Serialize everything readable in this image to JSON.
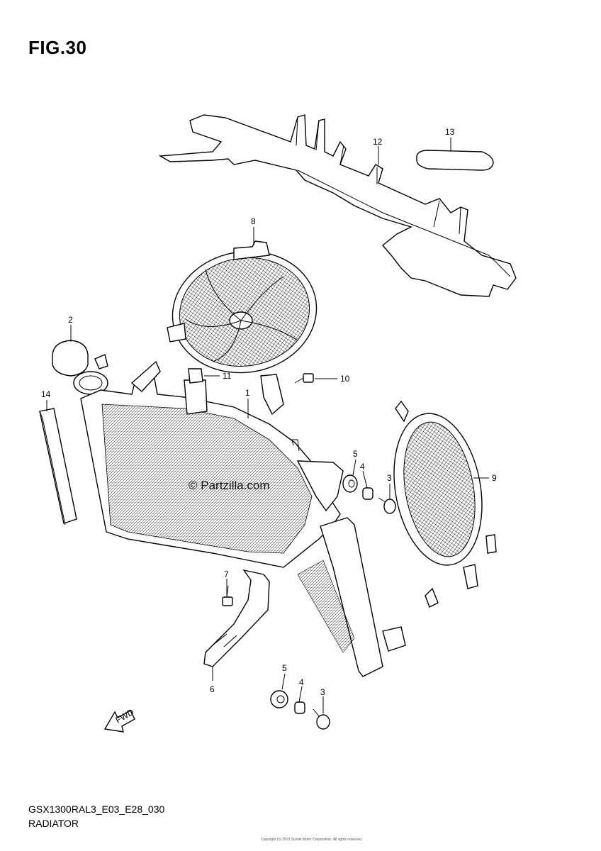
{
  "figure": {
    "title": "FIG.30"
  },
  "watermark": "© Partzilla.com",
  "footer": {
    "model_code": "GSX1300RAL3_E03_E28_030",
    "section_name": "RADIATOR"
  },
  "copyright": "Copyright (c) 2013 Suzuki Motor Corporation. All rights reserved.",
  "fwd_label": "FWD",
  "callouts": [
    {
      "id": "c1",
      "text": "1"
    },
    {
      "id": "c2",
      "text": "2"
    },
    {
      "id": "c3a",
      "text": "3"
    },
    {
      "id": "c3b",
      "text": "3"
    },
    {
      "id": "c4a",
      "text": "4"
    },
    {
      "id": "c4b",
      "text": "4"
    },
    {
      "id": "c5a",
      "text": "5"
    },
    {
      "id": "c5b",
      "text": "5"
    },
    {
      "id": "c6",
      "text": "6"
    },
    {
      "id": "c7",
      "text": "7"
    },
    {
      "id": "c8",
      "text": "8"
    },
    {
      "id": "c9",
      "text": "9"
    },
    {
      "id": "c10",
      "text": "10"
    },
    {
      "id": "c11",
      "text": "11"
    },
    {
      "id": "c12",
      "text": "12"
    },
    {
      "id": "c13",
      "text": "13"
    },
    {
      "id": "c14",
      "text": "14"
    }
  ]
}
